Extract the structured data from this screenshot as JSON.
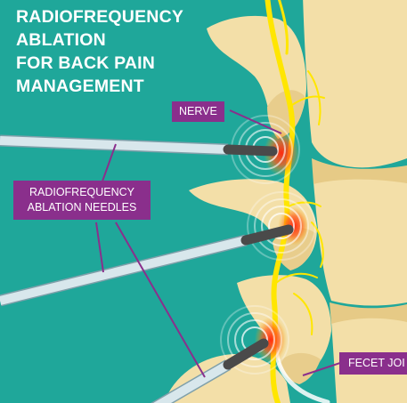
{
  "title_lines": [
    "RADIOFREQUENCY",
    "ABLATION",
    "FOR BACK PAIN",
    "MANAGEMENT"
  ],
  "labels": {
    "nerve": "NERVE",
    "needles_line1": "RADIOFREQUENCY",
    "needles_line2": "ABLATION NEEDLES",
    "fecet": "FECET JOI"
  },
  "colors": {
    "background": "#1fa79a",
    "bone": "#f3dfa8",
    "label": "#8a2f8c",
    "nerve": "#ffe600",
    "heat": "#ff3b1e",
    "needle": "#d8e7ec",
    "needle_tip": "#4a4a4a"
  }
}
